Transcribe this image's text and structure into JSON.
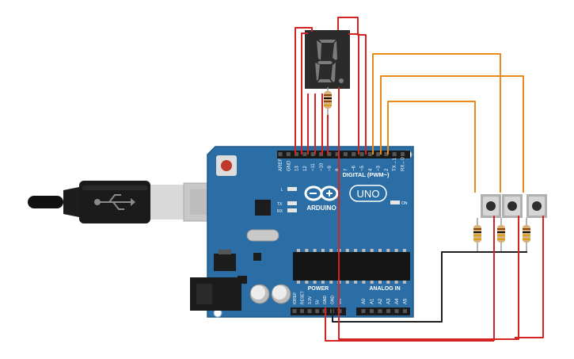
{
  "board": {
    "logo_text": "ARDUINO",
    "model": "UNO",
    "digital_header": "DIGITAL (PWM~)",
    "power_header": "POWER",
    "analog_header": "ANALOG IN",
    "led_l": "L",
    "led_tx": "TX",
    "led_rx": "RX",
    "led_on": "ON",
    "digital_pins": [
      "AREF",
      "GND",
      "13",
      "12",
      "~11",
      "~10",
      "~9",
      "8",
      "7",
      "~6",
      "~5",
      "4",
      "~3",
      "2",
      "TX→1",
      "RX←0"
    ],
    "power_pins": [
      "IOREF",
      "RESET",
      "3.3V",
      "5V",
      "GND",
      "GND",
      "Vin"
    ],
    "analog_pins": [
      "A0",
      "A1",
      "A2",
      "A3",
      "A4",
      "A5"
    ]
  },
  "display": {
    "digit_shown": "8"
  },
  "colors": {
    "board": "#2a6ea5",
    "wire_red": "#d42323",
    "wire_orange": "#e98b1b",
    "wire_black": "#1e1e1e",
    "display_body": "#2b2b2b",
    "segment": "#7b7b7b"
  },
  "components": {
    "usb_cable": "usb-b-cable",
    "seven_segment": "seven-segment-display",
    "buttons": [
      "pushbutton-1",
      "pushbutton-2",
      "pushbutton-3"
    ],
    "resistors": [
      "display-resistor",
      "button-resistor-1",
      "button-resistor-2",
      "button-resistor-3"
    ]
  }
}
